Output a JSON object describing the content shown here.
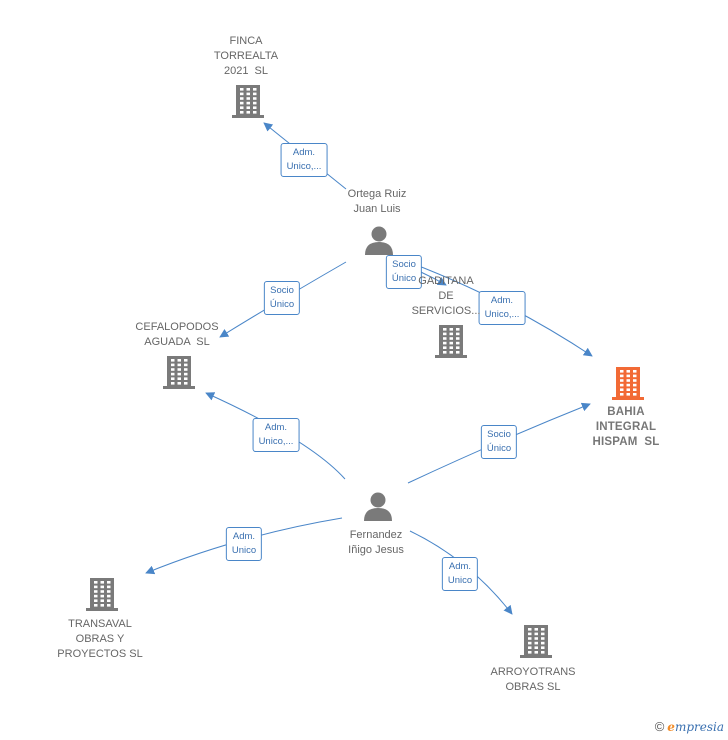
{
  "colors": {
    "edge": "#4a86c8",
    "company": "#7a7a7a",
    "highlight": "#f26a35",
    "person": "#7a7a7a"
  },
  "nodes": [
    {
      "id": "finca",
      "type": "company",
      "label": "FINCA\nTORREALTA\n2021  SL"
    },
    {
      "id": "cefalopodos",
      "type": "company",
      "label": "CEFALOPODOS\nAGUADA  SL"
    },
    {
      "id": "gaditana",
      "type": "company",
      "label": "GADITANA\nDE\nSERVICIOS..."
    },
    {
      "id": "bahia",
      "type": "company",
      "highlight": true,
      "label": "BAHIA\nINTEGRAL\nHISPAM  SL"
    },
    {
      "id": "transaval",
      "type": "company",
      "label": "TRANSAVAL\nOBRAS Y\nPROYECTOS SL"
    },
    {
      "id": "arroyotrans",
      "type": "company",
      "label": "ARROYOTRANS\nOBRAS SL"
    },
    {
      "id": "ortega",
      "type": "person",
      "label": "Ortega Ruiz\nJuan Luis"
    },
    {
      "id": "fernandez",
      "type": "person",
      "label": "Fernandez\nIñigo Jesus"
    }
  ],
  "edges": [
    {
      "from": "ortega",
      "to": "finca",
      "label": "Adm.\nUnico,..."
    },
    {
      "from": "ortega",
      "to": "cefalopodos",
      "label": "Socio\nÚnico"
    },
    {
      "from": "ortega",
      "to": "gaditana",
      "label": "Socio\nÚnico"
    },
    {
      "from": "ortega",
      "to": "bahia",
      "label": "Adm.\nUnico,..."
    },
    {
      "from": "fernandez",
      "to": "cefalopodos",
      "label": "Adm.\nUnico,..."
    },
    {
      "from": "fernandez",
      "to": "bahia",
      "label": "Socio\nÚnico"
    },
    {
      "from": "fernandez",
      "to": "transaval",
      "label": "Adm.\nUnico"
    },
    {
      "from": "fernandez",
      "to": "arroyotrans",
      "label": "Adm.\nUnico"
    }
  ],
  "footer": {
    "copyright": "©",
    "brand_initial": "e",
    "brand_rest": "mpresia"
  }
}
